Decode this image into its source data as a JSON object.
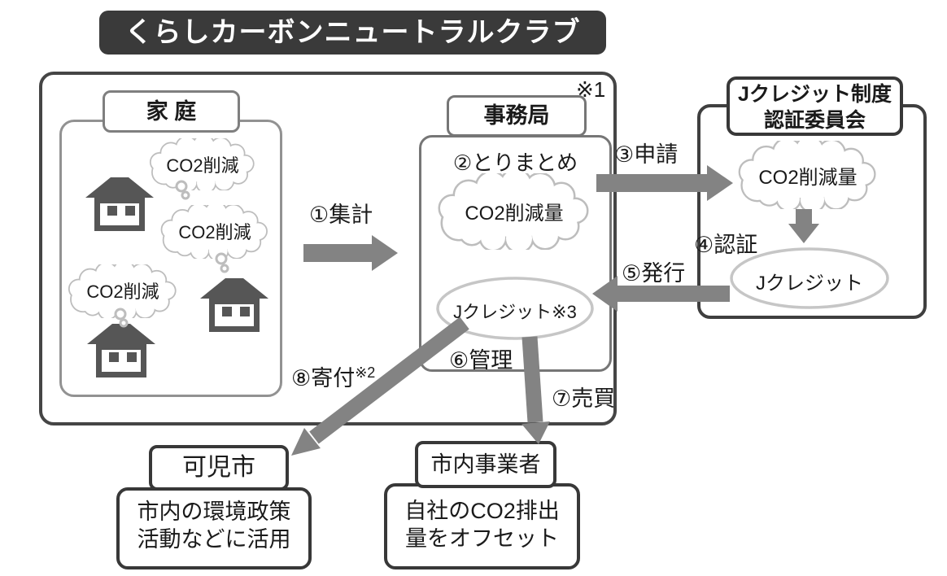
{
  "title": "くらしカーボンニュートラルクラブ",
  "note_top_right": "※1",
  "household": {
    "label": "家 庭",
    "clouds": [
      "CO2削減",
      "CO2削減",
      "CO2削減"
    ]
  },
  "secretariat": {
    "label": "事務局",
    "step2": "②とりまとめ",
    "cloud": "CO2削減量",
    "ellipse": "Jクレジット※3",
    "step6": "⑥管理"
  },
  "committee": {
    "label_line1": "Jクレジット制度",
    "label_line2": "認証委員会",
    "cloud": "CO2削減量",
    "step4": "④認証",
    "ellipse": "Jクレジット"
  },
  "arrows": {
    "step1": "①集計",
    "step3": "③申請",
    "step5": "⑤発行",
    "step7": "⑦売買",
    "step8": "⑧寄付",
    "step8_note": "※2"
  },
  "kani_city": {
    "label": "可児市",
    "desc_line1": "市内の環境政策",
    "desc_line2": "活動などに活用"
  },
  "business": {
    "label": "市内事業者",
    "desc_line1": "自社のCO2排出",
    "desc_line2": "量をオフセット"
  },
  "colors": {
    "banner_bg": "#3a3a3a",
    "banner_text": "#ffffff",
    "dark_border": "#3f3f3f",
    "mid_border": "#7a7a7a",
    "ellipse_stroke": "#c6c6c6",
    "cloud_stroke": "#bdbdbd",
    "arrow_gray": "#838383",
    "house_gray": "#565656",
    "text": "#1a1a1a"
  }
}
